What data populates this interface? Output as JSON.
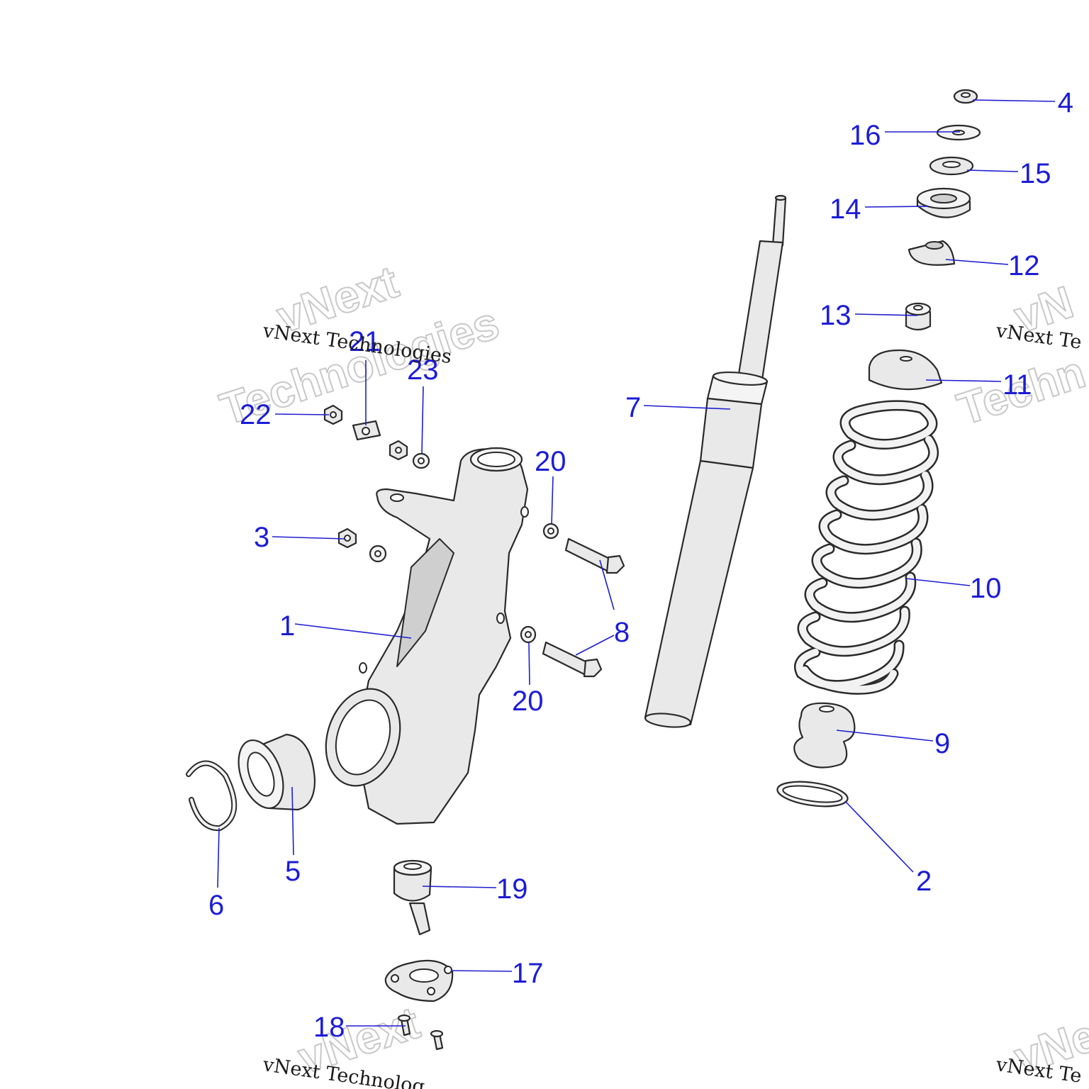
{
  "callouts": {
    "c1": "1",
    "c2": "2",
    "c3": "3",
    "c4": "4",
    "c5": "5",
    "c6": "6",
    "c7": "7",
    "c8": "8",
    "c9": "9",
    "c10": "10",
    "c11": "11",
    "c12": "12",
    "c13": "13",
    "c14": "14",
    "c15": "15",
    "c16": "16",
    "c17": "17",
    "c18": "18",
    "c19": "19",
    "c20a": "20",
    "c20b": "20",
    "c21": "21",
    "c22": "22",
    "c23": "23"
  },
  "watermark": {
    "line": "vNext Technologies",
    "line_clipped": "vNext Te",
    "line_clipped_short": "vNext Technolog",
    "word1": "vNext",
    "word2": "Technologies",
    "word2_clipped": "Techn",
    "word1_clipped": "vNe",
    "word1_clipped_b": "vN"
  },
  "colors": {
    "callout": "#1c1cd8",
    "leader": "#1f1fd0",
    "part_fill": "#e9e9e9",
    "outline": "#2a2a2a"
  }
}
